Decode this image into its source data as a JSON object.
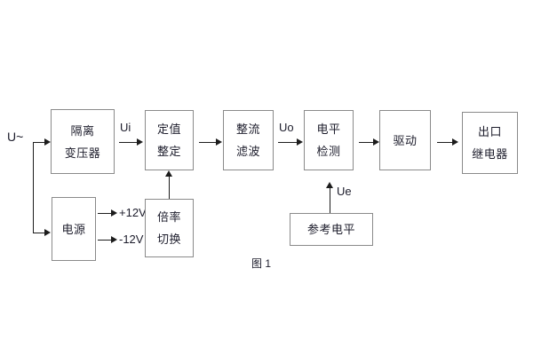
{
  "figure": {
    "caption": "图 1",
    "background_color": "#ffffff",
    "line_color": "#1c1c1c",
    "box_border_color": "#8a8a8a",
    "text_color": "#1c1c2b"
  },
  "blocks": [
    {
      "id": "isolation-transformer",
      "lines": [
        "隔离",
        "变压器"
      ]
    },
    {
      "id": "setting-value",
      "lines": [
        "定值",
        "整定"
      ]
    },
    {
      "id": "rectify-filter",
      "lines": [
        "整流",
        "滤波"
      ]
    },
    {
      "id": "level-detect",
      "lines": [
        "电平",
        "检测"
      ]
    },
    {
      "id": "drive",
      "lines": [
        "驱动"
      ]
    },
    {
      "id": "output-relay",
      "lines": [
        "出口",
        "继电器"
      ]
    },
    {
      "id": "power-supply",
      "lines": [
        "电源"
      ]
    },
    {
      "id": "multiplier-switch",
      "lines": [
        "倍率",
        "切换"
      ]
    },
    {
      "id": "reference-level",
      "lines": [
        "参考电平"
      ]
    }
  ],
  "signals": {
    "input_source": "U~",
    "ui": "Ui",
    "uo": "Uo",
    "ue": "Ue",
    "rail_positive": "+12V",
    "rail_negative": "-12V"
  }
}
